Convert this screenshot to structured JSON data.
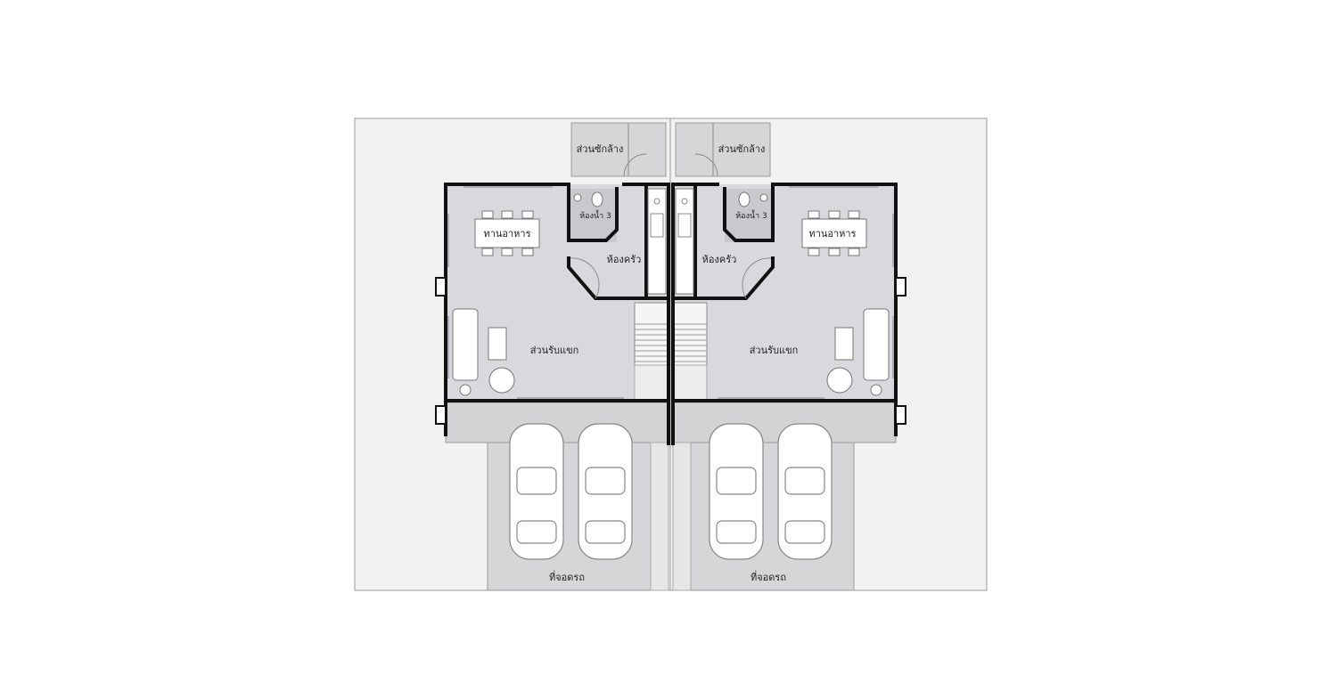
{
  "units": [
    {
      "id": "left",
      "rooms": {
        "laundry": "ส่วนซักล้าง",
        "bathroom": "ห้องน้ำ 3",
        "kitchen": "ห้องครัว",
        "dining": "ทานอาหาร",
        "living": "ส่วนรับแขก",
        "parking": "ที่จอดรถ"
      }
    },
    {
      "id": "right",
      "rooms": {
        "laundry": "ส่วนซักล้าง",
        "bathroom": "ห้องน้ำ 3",
        "kitchen": "ห้องครัว",
        "dining": "ทานอาหาร",
        "living": "ส่วนรับแขก",
        "parking": "ที่จอดรถ"
      }
    }
  ],
  "colors": {
    "floor": "#d9d9dd",
    "yard": "#f2f2f2",
    "wall": "#111111",
    "furniture": "#ffffff"
  }
}
